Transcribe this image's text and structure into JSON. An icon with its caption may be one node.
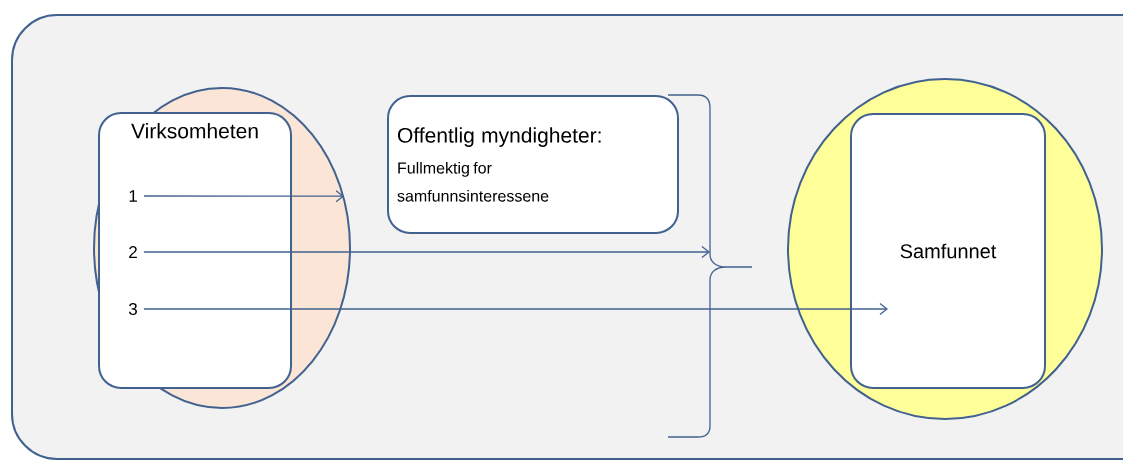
{
  "diagram": {
    "nodes": [
      {
        "text": [],
        "shape": "circle"
      },
      {
        "text": [
          "Virksomheten"
        ],
        "in": 0
      },
      {
        "text": [
          "1"
        ],
        "in": 1
      },
      {
        "text": [
          "2"
        ],
        "in": 1
      },
      {
        "text": [
          "3"
        ],
        "in": 1
      },
      {
        "text": [
          "Offentlig myndigheter:",
          "Fullmektig for samfunnsinteressene"
        ]
      },
      {
        "text": [],
        "shape": "circle"
      },
      {
        "text": [
          "Samfunnet"
        ],
        "in": 6
      }
    ],
    "edges": [
      {
        "from": 2,
        "to": 0,
        "arrow": "to"
      },
      {
        "from": 3,
        "to": 5,
        "arrow": "to"
      },
      {
        "from": 4,
        "to": 7,
        "arrow": "to"
      }
    ]
  }
}
